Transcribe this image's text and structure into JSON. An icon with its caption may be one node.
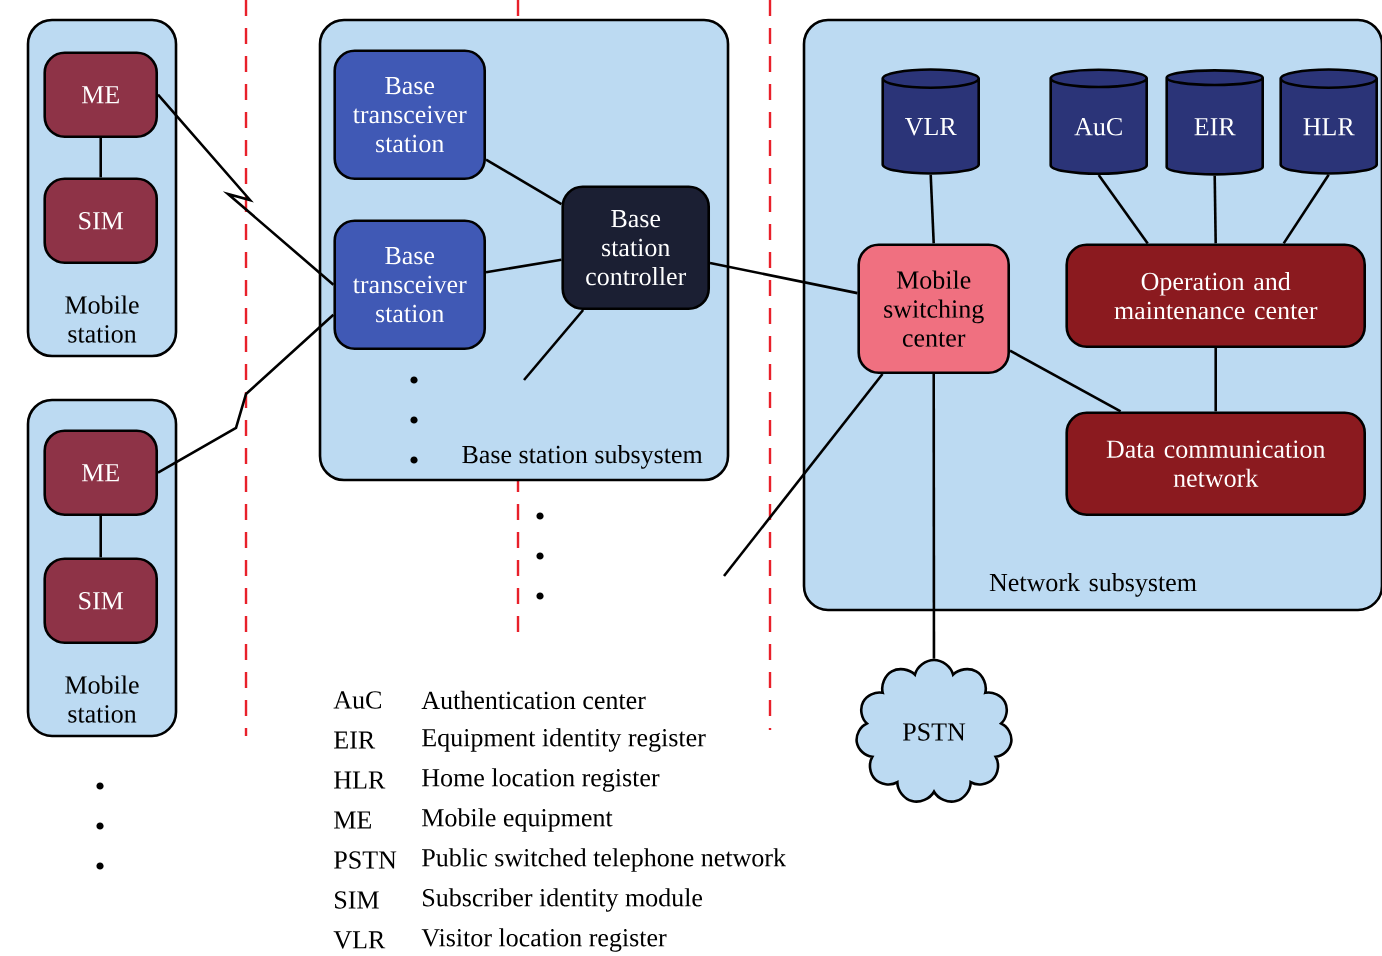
{
  "diagram": {
    "nodes": [
      {
        "text": [
          "Mobile station"
        ]
      },
      {
        "text": [
          "ME"
        ],
        "in": 0
      },
      {
        "text": [
          "SIM"
        ],
        "in": 0
      },
      {
        "text": [
          "Mobile station"
        ]
      },
      {
        "text": [
          "ME"
        ],
        "in": 3
      },
      {
        "text": [
          "SIM"
        ],
        "in": 3
      },
      {
        "text": [
          "Base station subsystem"
        ]
      },
      {
        "text": [
          "Base transceiver station"
        ],
        "in": 6
      },
      {
        "text": [
          "Base transceiver station"
        ],
        "in": 6
      },
      {
        "text": [
          "Base station controller"
        ],
        "in": 6
      },
      {
        "text": [
          "Network subsystem"
        ]
      },
      {
        "text": [
          "VLR"
        ],
        "in": 10
      },
      {
        "text": [
          "AuC"
        ],
        "in": 10
      },
      {
        "text": [
          "EIR"
        ],
        "in": 10
      },
      {
        "text": [
          "HLR"
        ],
        "in": 10
      },
      {
        "text": [
          "Mobile switching center"
        ],
        "in": 10
      },
      {
        "text": [
          "Operation and maintenance center"
        ],
        "in": 10
      },
      {
        "text": [
          "Data communication network"
        ],
        "in": 10
      },
      {
        "text": [
          "PSTN"
        ]
      }
    ],
    "edges": [
      {
        "from": 1,
        "to": 2,
        "arrow": "none"
      },
      {
        "from": 4,
        "to": 5,
        "arrow": "none"
      },
      {
        "from": 1,
        "to": 8,
        "arrow": "none"
      },
      {
        "from": 4,
        "to": 8,
        "arrow": "none"
      },
      {
        "from": 7,
        "to": 9,
        "arrow": "none"
      },
      {
        "from": 8,
        "to": 9,
        "arrow": "none"
      },
      {
        "from": null,
        "to": 9,
        "arrow": "none"
      },
      {
        "from": 9,
        "to": 15,
        "arrow": "none"
      },
      {
        "from": null,
        "to": 15,
        "arrow": "none"
      },
      {
        "from": 11,
        "to": 15,
        "arrow": "none"
      },
      {
        "from": 12,
        "to": 16,
        "arrow": "none"
      },
      {
        "from": 13,
        "to": 16,
        "arrow": "none"
      },
      {
        "from": 14,
        "to": 16,
        "arrow": "none"
      },
      {
        "from": 16,
        "to": 17,
        "arrow": "none"
      },
      {
        "from": 15,
        "to": 17,
        "arrow": "none"
      },
      {
        "from": 15,
        "to": 18,
        "arrow": "none"
      }
    ],
    "labels": [
      "AuC",
      "Authentication center",
      "EIR",
      "Equipment identity register",
      "HLR",
      "Home location register",
      "ME",
      "Mobile equipment",
      "PSTN",
      "Public switched telephone network",
      "SIM",
      "Subscriber identity module",
      "VLR",
      "Visitor location register"
    ]
  }
}
